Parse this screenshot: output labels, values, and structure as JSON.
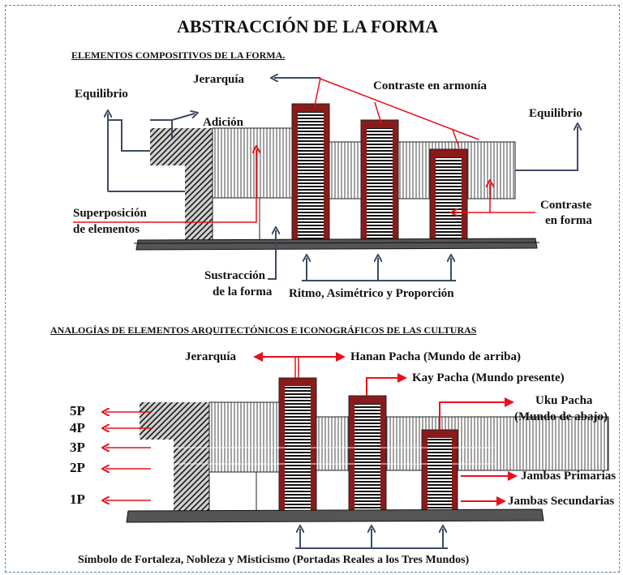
{
  "title": "ABSTRACCIÓN DE LA FORMA",
  "section1": {
    "heading": "ELEMENTOS COMPOSITIVOS DE LA FORMA.",
    "labels": {
      "jerarquia": "Jerarquía",
      "contraste_armonia": "Contraste en armonía",
      "equilibrio_left": "Equilibrio",
      "adicion": "Adición",
      "equilibrio_right": "Equilibrio",
      "superposicion_1": "Superposición",
      "superposicion_2": "de elementos",
      "contraste_forma_1": "Contraste",
      "contraste_forma_2": "en forma",
      "sustraccion_1": "Sustracción",
      "sustraccion_2": "de la forma",
      "ritmo": "Ritmo, Asimétrico y Proporción"
    }
  },
  "section2": {
    "heading": "ANALOGÍAS DE ELEMENTOS ARQUITECTÓNICOS E ICONOGRÁFICOS DE LAS CULTURAS",
    "labels": {
      "jerarquia": "Jerarquía",
      "hanan": "Hanan Pacha (Mundo de arriba)",
      "kay": "Kay Pacha (Mundo presente)",
      "uku_1": "Uku Pacha",
      "uku_2": "(Mundo de abajo)",
      "jambas_primarias": "Jambas Primarias",
      "jambas_secundarias": "Jambas Secundarias",
      "levels": [
        "5P",
        "4P",
        "3P",
        "2P",
        "1P"
      ],
      "simbolo": "Símbolo de Fortaleza, Nobleza y Misticismo (Portadas Reales a los Tres Mundos)"
    }
  },
  "colors": {
    "red": "#e8101a",
    "navy": "#3d4a63",
    "portal_red": "#8b1a1a",
    "dark_hatch": "#1a1a1a",
    "frame": "#5b7fb8"
  }
}
